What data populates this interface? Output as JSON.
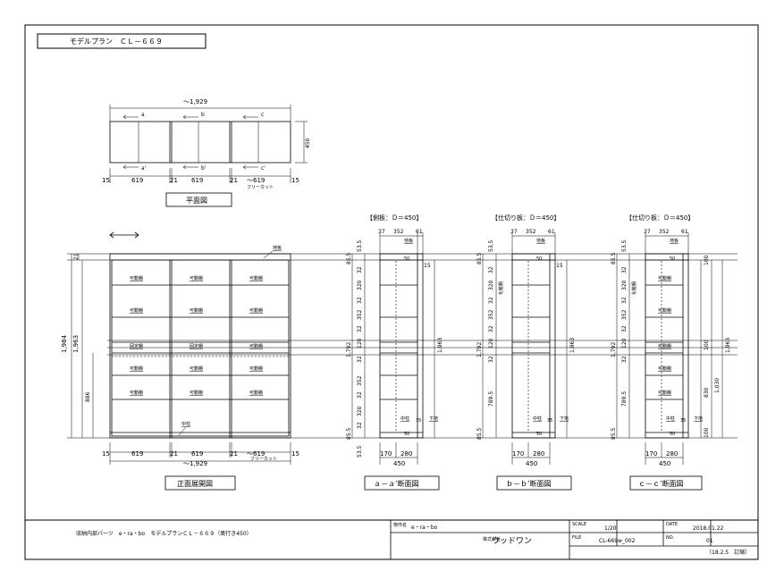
{
  "title_box": "モデルプラン　ＣＬ－６６９",
  "plan": {
    "overall_width": "～1,929",
    "depth": "450",
    "dims": [
      "15",
      "619",
      "21",
      "619",
      "21",
      "～619",
      "15"
    ],
    "sub": "フリーカット",
    "sections": [
      "a",
      "b",
      "c"
    ],
    "sections_bottom": [
      "a'",
      "b'",
      "c'"
    ],
    "caption": "平面図"
  },
  "front": {
    "shelf_label": "可動棚",
    "fixed_label": "固定棚",
    "top_label": "地板",
    "center_label": "中柱",
    "heights": [
      "1,984",
      "1,963",
      "21",
      "886"
    ],
    "dims": [
      "15",
      "619",
      "21",
      "619",
      "21",
      "～619",
      "15"
    ],
    "sub": "フリーカット",
    "overall_width": "～1,929",
    "caption": "正面展開図"
  },
  "sections": [
    {
      "header": "【側板：Ｄ＝450】",
      "top_dims": [
        "37",
        "352",
        "61"
      ],
      "left_dims": [
        "85.5",
        "53.5",
        "32",
        "320",
        "32",
        "352",
        "32",
        "120",
        "32",
        "352",
        "32",
        "320",
        "32",
        "85.5",
        "53.5"
      ],
      "left_total": "1,792",
      "right_dims": [
        "15",
        "1,963"
      ],
      "labels": [
        "地板",
        "中柱",
        "下地",
        "50",
        "50",
        "35"
      ],
      "bottom_dims": [
        "170",
        "280"
      ],
      "bottom_total": "450",
      "caption": "ａ－ａ’断面図"
    },
    {
      "header": "【仕切り板：Ｄ＝450】",
      "top_dims": [
        "37",
        "352",
        "61"
      ],
      "left_dims": [
        "85.5",
        "53.5",
        "32",
        "320",
        "32",
        "352",
        "32",
        "120",
        "32",
        "789.5",
        "85.5"
      ],
      "left_total": "1,792",
      "right_dims": [
        "15",
        "1,963"
      ],
      "labels": [
        "地板",
        "中柱",
        "下地",
        "50",
        "50",
        "35",
        "化粧棚"
      ],
      "bottom_dims": [
        "170",
        "280"
      ],
      "bottom_total": "450",
      "caption": "ｂ－ｂ’断面図"
    },
    {
      "header": "【仕切り板：Ｄ＝450】",
      "top_dims": [
        "37",
        "352",
        "61"
      ],
      "left_dims": [
        "85.5",
        "53.5",
        "32",
        "320",
        "32",
        "352",
        "32",
        "120",
        "32",
        "789.5",
        "85.5"
      ],
      "left_total": "1,792",
      "right_dims": [
        "100",
        "100",
        "830",
        "1,030",
        "100",
        "1,963"
      ],
      "labels": [
        "地板",
        "中柱",
        "下地",
        "50",
        "50",
        "35",
        "化粧棚"
      ],
      "bottom_dims": [
        "170",
        "280"
      ],
      "bottom_total": "450",
      "caption": "ｃ－ｃ’断面図"
    }
  ],
  "title_block": {
    "drawing_name": "収納内部パーツ　e・ra・bo　モデルプランＣＬ－６６９（奥行き450）",
    "project_label": "物件名",
    "project": "e・ra・bo",
    "company_label": "株式会社",
    "company": "ウッドワン",
    "scale_label": "SCALE",
    "scale": "1/20",
    "date_label": "DATE",
    "date": "2018.01.22",
    "file_label": "FILE",
    "file": "CL-669w_002",
    "no_label": "NO.",
    "no": "01",
    "revision": "（18.2.5　訂縮）"
  }
}
